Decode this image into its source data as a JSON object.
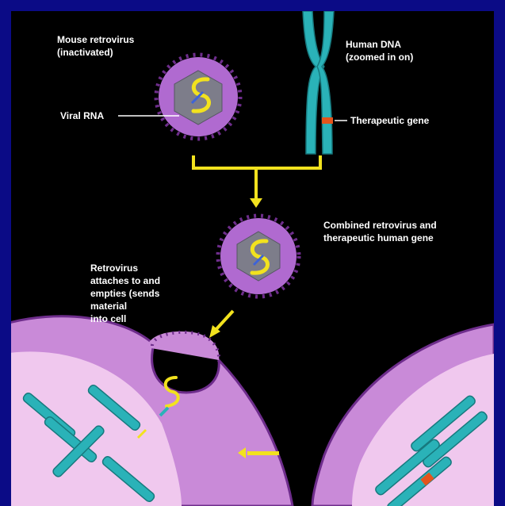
{
  "colors": {
    "frame": "#0b0b86",
    "background": "#000000",
    "capsid": "#b06ad0",
    "capsid_dots": "#6e2d8c",
    "core": "#7d7d8a",
    "rna": "#f2e21e",
    "chromosome": "#2ab2b8",
    "gene": "#e4541c",
    "cell": "#c98ad8",
    "nucleus": "#f0c8ee",
    "arrow": "#f2e21e"
  },
  "labels": {
    "virus": [
      "Mouse retrovirus",
      "(inactivated)"
    ],
    "viral_rna": "Viral RNA",
    "human_dna": [
      "Human DNA",
      "(zoomed in on)"
    ],
    "therapeutic_gene": "Therapeutic gene",
    "combined": [
      "Combined retrovirus and",
      "therapeutic human gene"
    ],
    "retrovirus_attaches": [
      "Retrovirus",
      "attaches to and",
      "empties (sends",
      "material",
      "into cell"
    ]
  }
}
